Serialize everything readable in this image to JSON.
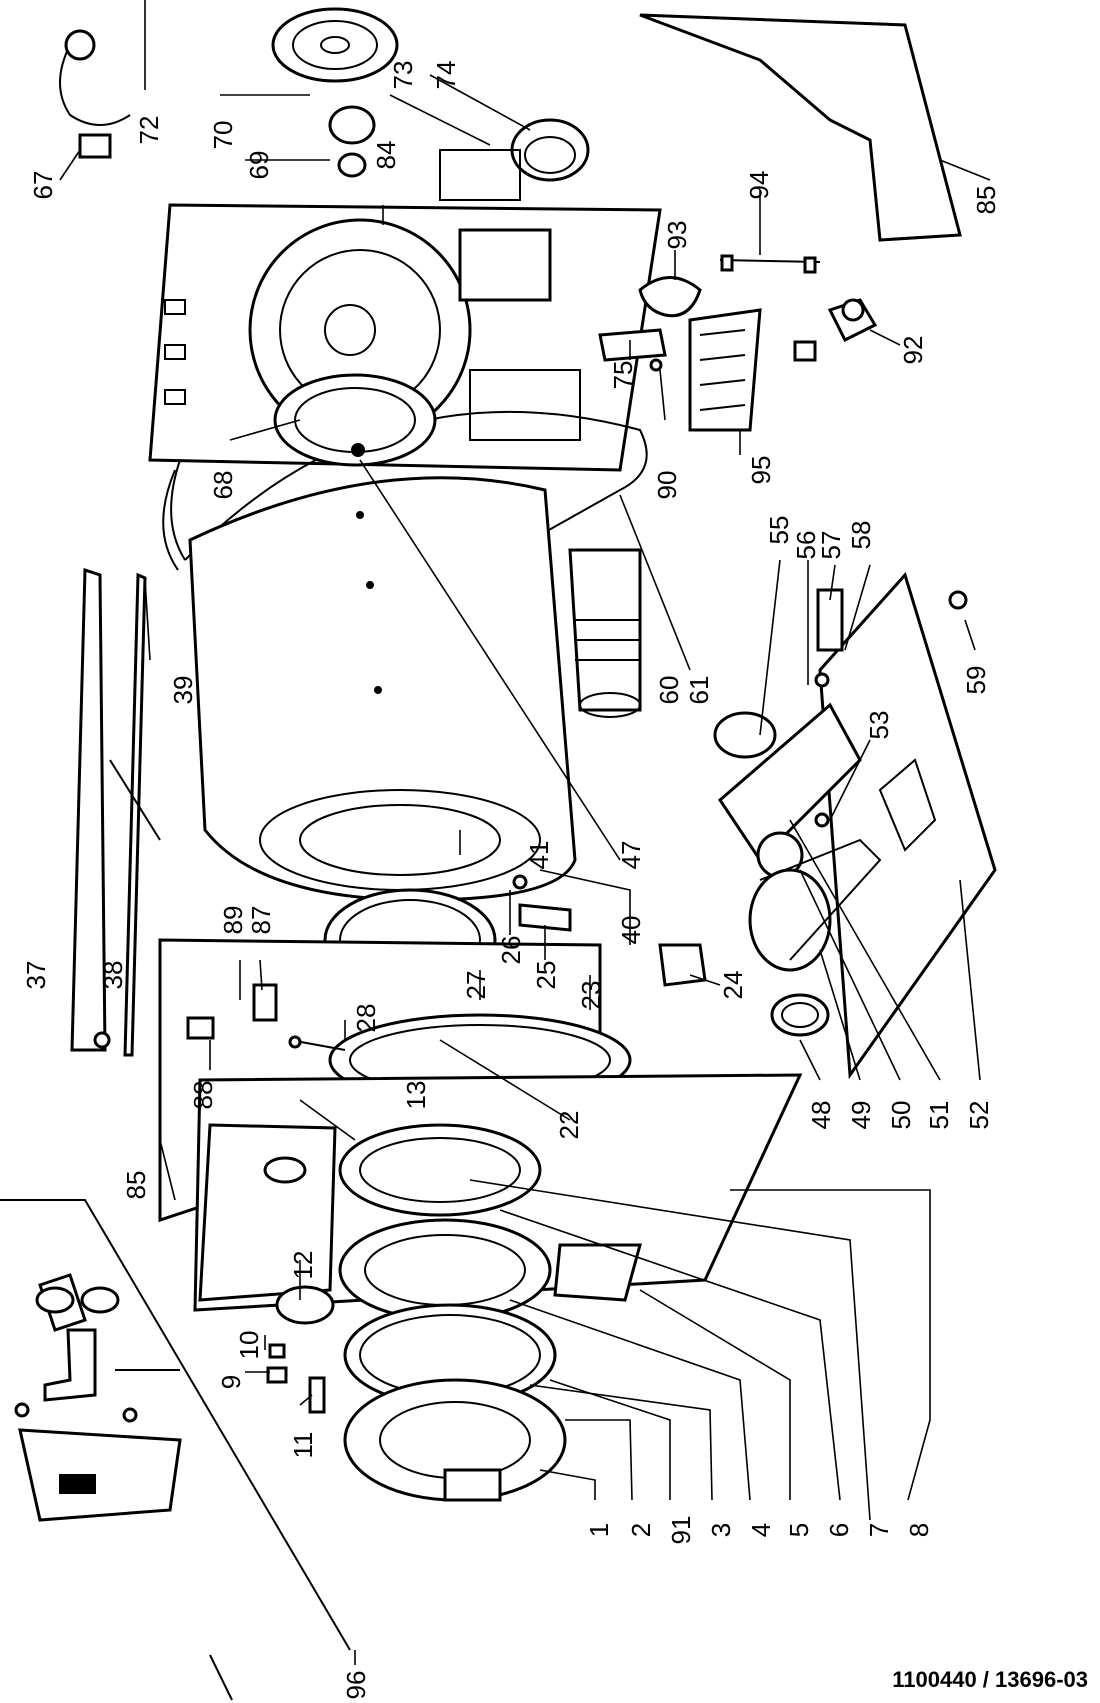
{
  "drawing_id": "1100440  / 13696-03",
  "callouts": [
    "1",
    "2",
    "91",
    "3",
    "4",
    "5",
    "6",
    "7",
    "8",
    "9",
    "10",
    "11",
    "12",
    "13",
    "22",
    "23",
    "24",
    "25",
    "26",
    "27",
    "28",
    "37",
    "38",
    "39",
    "40",
    "41",
    "47",
    "48",
    "49",
    "50",
    "51",
    "52",
    "53",
    "55",
    "56",
    "57",
    "58",
    "59",
    "60",
    "61",
    "67",
    "68",
    "69",
    "70",
    "72",
    "73",
    "74",
    "75",
    "84",
    "85",
    "87",
    "88",
    "89",
    "90",
    "92",
    "93",
    "94",
    "95",
    "96"
  ],
  "colors": {
    "ink": "#000000",
    "paper": "#ffffff"
  }
}
